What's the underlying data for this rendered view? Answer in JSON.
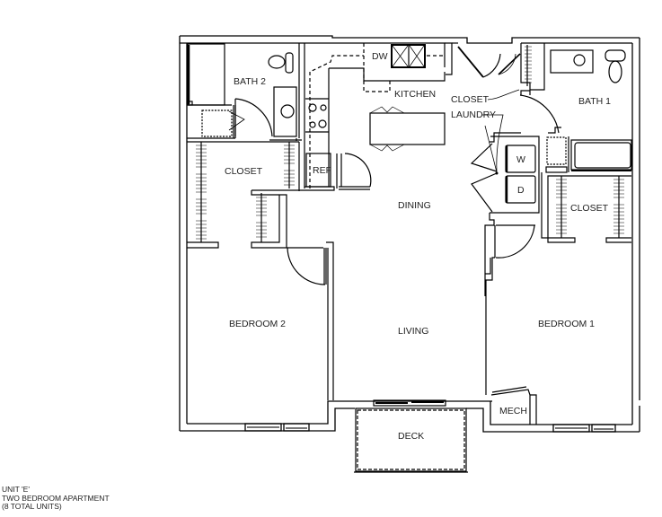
{
  "plan": {
    "unit_label": "UNIT 'E'",
    "unit_type": "TWO BEDROOM APARTMENT",
    "unit_count": "(8 TOTAL UNITS)",
    "rooms": {
      "bath2": "BATH 2",
      "closet_left": "CLOSET",
      "ref": "REF",
      "dw": "DW",
      "kitchen": "KITCHEN",
      "closet_laundry": "CLOSET",
      "laundry": "LAUNDRY",
      "bath1": "BATH 1",
      "washer": "W",
      "dryer": "D",
      "closet_right": "CLOSET",
      "dining": "DINING",
      "living": "LIVING",
      "bedroom2": "BEDROOM 2",
      "bedroom1": "BEDROOM 1",
      "mech": "MECH",
      "deck": "DECK"
    },
    "colors": {
      "line": "#000000",
      "background": "#ffffff",
      "window_fill": "#777777"
    }
  }
}
